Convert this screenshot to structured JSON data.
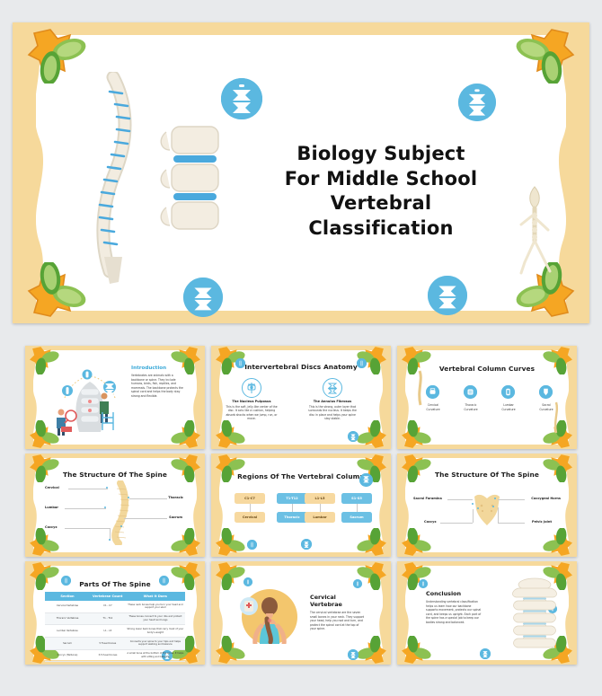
{
  "meta": {
    "background_color": "#e8eaec",
    "frame_color": "#f6d99b",
    "accent_blue": "#5bb8e0",
    "leaf_green": "#8cc152",
    "flower_orange": "#f5a623"
  },
  "hero": {
    "title_lines": [
      "Biology Subject",
      "For Middle School",
      "Vertebral",
      "Classification"
    ],
    "icons": [
      "spine-icon",
      "spine-icon",
      "vertebra-icon",
      "vertebra-icon"
    ],
    "illustrations": [
      "curved-spine-illustration",
      "vertebrae-blocks-illustration",
      "walking-skeleton-illustration"
    ]
  },
  "slides": [
    {
      "id": "introduction",
      "title": "Introduction",
      "body": "Vertebrates are animals with a backbone or spine. They include humans, birds, fish, reptiles, and mammals. The backbone protects the spinal cord and helps the body stay strong and flexible.",
      "illustration": "scientists-examining-spine-illustration"
    },
    {
      "id": "intervertebral-discs-anatomy",
      "title": "Intervertebral Discs Anatomy",
      "items": [
        {
          "label": "The Nucleus Pulposus",
          "text": "This is the soft, jelly-like center of the disc. It acts like a cushion, helping absorb shocks when we jump, run, or move.",
          "icon": "nucleus-pulposus-icon"
        },
        {
          "label": "The Annulus Fibrosus",
          "text": "This is the strong, outer layer that surrounds the nucleus. It keeps the disc in place and helps your spine stay stable.",
          "icon": "annulus-fibrosus-icon"
        }
      ]
    },
    {
      "id": "vertebral-column-curves",
      "title": "Vertebral Column Curves",
      "items": [
        {
          "label": "Cervical\nCurvature",
          "icon": "cervical-curve-icon"
        },
        {
          "label": "Thoracic\nCurvature",
          "icon": "thoracic-curve-icon"
        },
        {
          "label": "Lumbar\nCurvature",
          "icon": "lumbar-curve-icon"
        },
        {
          "label": "Sacral\nCurvature",
          "icon": "sacral-curve-icon"
        }
      ]
    },
    {
      "id": "structure-of-the-spine",
      "title": "The Structure Of The Spine",
      "labels_left": [
        "Cervical",
        "Lumbar",
        "Coccyx"
      ],
      "labels_right": [
        "Thoracic",
        "Sacrum"
      ],
      "illustration": "spine-column-illustration"
    },
    {
      "id": "regions-of-the-vertebral-column",
      "title": "Regions Of The Vertebral Column",
      "columns": [
        {
          "code": "C1-C7",
          "name": "Cervical"
        },
        {
          "code": "T1-T12",
          "name": "Thoracic"
        },
        {
          "code": "L1-L5",
          "name": "Lumbar"
        },
        {
          "code": "S1-S5",
          "name": "Sacrum"
        }
      ]
    },
    {
      "id": "structure-of-the-sacrum",
      "title": "The Structure Of The Spine",
      "labels_left": [
        "Sacral Foramina",
        "Coccyx"
      ],
      "labels_right": [
        "Coccygeal Horns",
        "Pelvic Joint"
      ],
      "illustration": "sacrum-illustration"
    },
    {
      "id": "parts-of-the-spine",
      "title": "Parts Of The Spine",
      "table": {
        "headers": [
          "Section",
          "Vertebrae Count",
          "What It Does"
        ],
        "rows": [
          [
            "Cervical Vertebrae",
            "C1 - C7",
            "These neck bones help you turn your head and support your skull"
          ],
          [
            "Thoracic Vertebrae",
            "T1 - T12",
            "These bones connect to your ribs and protect your heart and lungs"
          ],
          [
            "Lumbar Vertebrae",
            "L1 - L5",
            "Strong lower back bones that carry most of your body's weight"
          ],
          [
            "Sacrum",
            "5 Fused bones",
            "Connects your spine to your hips and helps support walking and balance"
          ],
          [
            "Coccyx (Tailbone)",
            "3-5 fused bones",
            "A small bone at the bottom of the spine. It helps with sitting and balance"
          ]
        ]
      }
    },
    {
      "id": "cervical-vertebrae",
      "title": "Cervical Vertebrae",
      "body": "The cervical vertebrae are the seven small bones in your neck. They support your head, help you nod and turn, and protect the spinal cord at the top of your spine.",
      "illustration": "woman-neck-illustration"
    },
    {
      "id": "conclusion",
      "title": "Conclusion",
      "body": "Understanding vertebral classification helps us learn how our backbone supports movement, protects our spinal cord, and keeps us upright. Each part of the spine has a special job to keep our bodies strong and balanced.",
      "illustration": "cervical-vertebrae-stack-illustration"
    }
  ]
}
